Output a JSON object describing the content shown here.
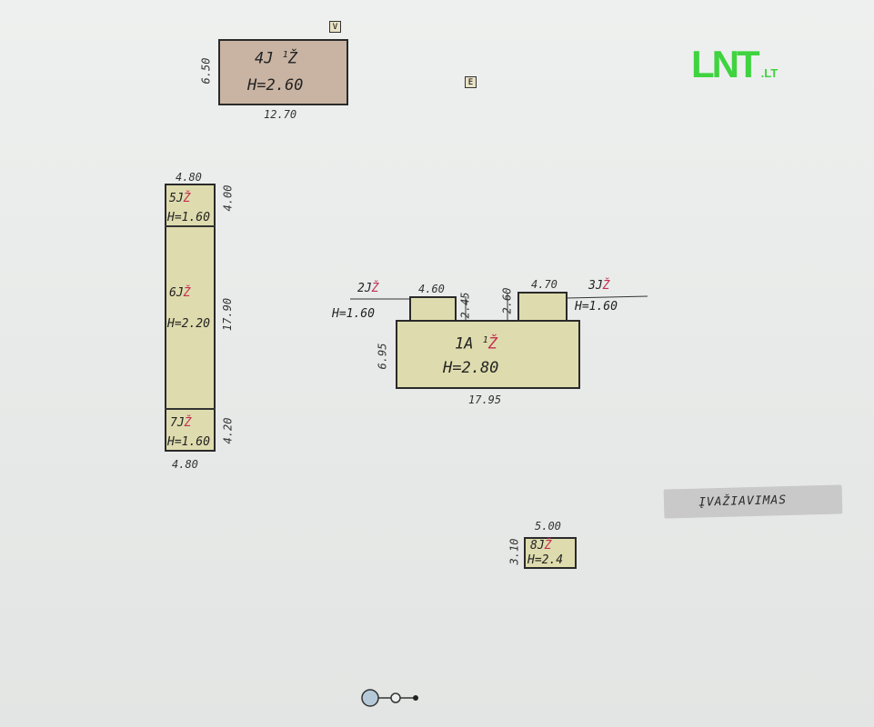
{
  "logo": {
    "main": "LNT",
    "suffix": ".LT"
  },
  "tags": {
    "v": "V",
    "e": "E"
  },
  "b4": {
    "code": "4J",
    "num": "1",
    "mat": "Ž",
    "height": "H=2.60",
    "dim_w": "12.70",
    "dim_h": "6.50"
  },
  "b5": {
    "code": "5J",
    "mat": "Ž",
    "height": "H=1.60",
    "dim_w": "4.80",
    "dim_h": "4.00"
  },
  "b6": {
    "code": "6J",
    "mat": "Ž",
    "height": "H=2.20",
    "dim_h": "17.90"
  },
  "b7": {
    "code": "7J",
    "mat": "Ž",
    "height": "H=1.60",
    "dim_w": "4.80",
    "dim_h": "4.20"
  },
  "b1": {
    "code": "1A",
    "num": "1",
    "mat": "Ž",
    "height": "H=2.80",
    "dim_w": "17.95",
    "dim_h": "6.95"
  },
  "b2": {
    "code": "2J",
    "mat": "Ž",
    "height": "H=1.60",
    "dim_w": "4.60",
    "dim_h": "2.45"
  },
  "b3": {
    "code": "3J",
    "mat": "Ž",
    "height": "H=1.60",
    "dim_w": "4.70",
    "dim_h": "2.60"
  },
  "b8": {
    "code": "8J",
    "mat": "Ž",
    "height": "H=2.4",
    "dim_w": "5.00",
    "dim_h": "3.10"
  },
  "road": {
    "label": "ĮVAŽIAVIMAS"
  },
  "colors": {
    "tan": "#c9b4a3",
    "yellow": "#dedcae",
    "logo": "#3fd33f",
    "accent_red": "#c43050"
  }
}
